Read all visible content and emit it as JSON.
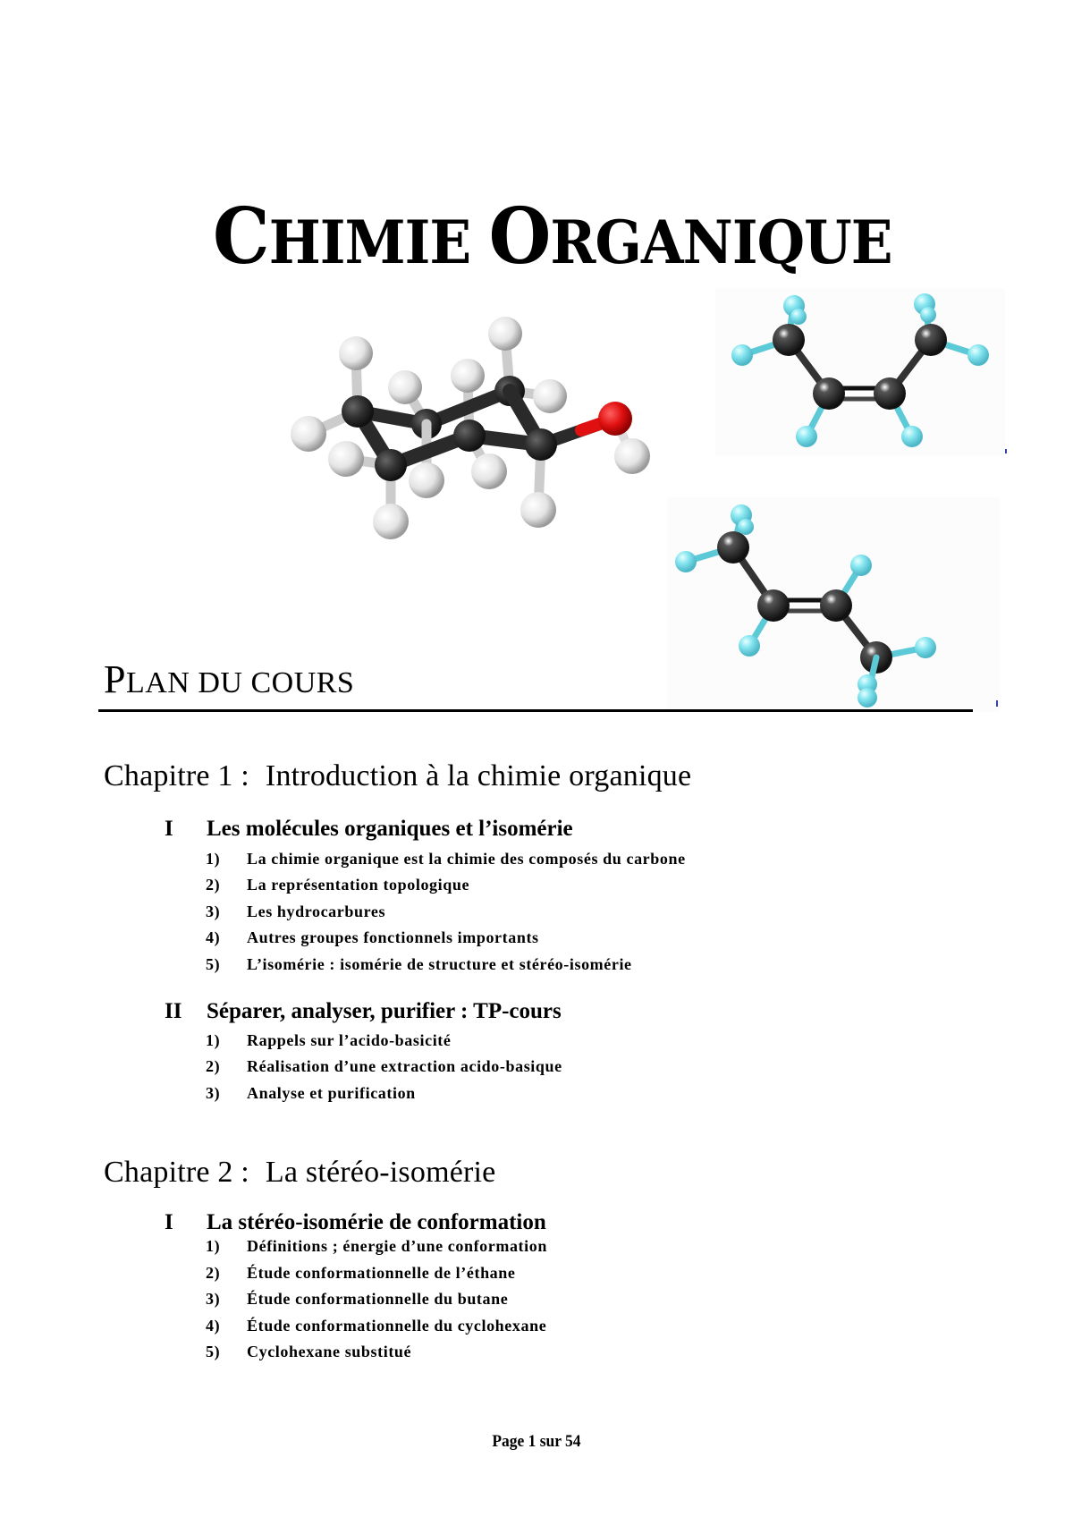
{
  "document": {
    "title_first_letter": "C",
    "title_rest_1": "HIMIE ",
    "title_second_letter": "O",
    "title_rest_2": "RGANIQUE",
    "plan_first_letter": "P",
    "plan_rest": "LAN DU COURS",
    "footer": "Page 1 sur 54"
  },
  "figures": [
    {
      "name": "cyclohexanol",
      "kind": "ball-and-stick",
      "colors": {
        "carbon": "#2b2b2b",
        "hydrogen": "#e8e8e8",
        "oxygen": "#d41010"
      }
    },
    {
      "name": "cis-2-butene",
      "kind": "ball-and-stick",
      "colors": {
        "carbon": "#222222",
        "hydrogen": "#7fe3ef"
      }
    },
    {
      "name": "trans-2-butene",
      "kind": "ball-and-stick",
      "colors": {
        "carbon": "#222222",
        "hydrogen": "#7fe3ef"
      }
    }
  ],
  "chapters": [
    {
      "label": "Chapitre 1 :",
      "title": "Introduction à la chimie organique",
      "sections": [
        {
          "roman": "I",
          "title": "Les molécules organiques et l’isomérie",
          "items": [
            {
              "num": "1)",
              "text": "La chimie organique est la chimie des composés du carbone"
            },
            {
              "num": "2)",
              "text": "La représentation topologique"
            },
            {
              "num": "3)",
              "text": "Les hydrocarbures"
            },
            {
              "num": "4)",
              "text": "Autres groupes fonctionnels importants"
            },
            {
              "num": "5)",
              "text": "L’isomérie : isomérie de structure et stéréo-isomérie"
            }
          ]
        },
        {
          "roman": "II",
          "title": "Séparer, analyser, purifier : TP-cours",
          "items": [
            {
              "num": "1)",
              "text": "Rappels sur l’acido-basicité"
            },
            {
              "num": "2)",
              "text": "Réalisation d’une extraction acido-basique"
            },
            {
              "num": "3)",
              "text": "Analyse et purification"
            }
          ]
        }
      ]
    },
    {
      "label": "Chapitre 2 :",
      "title": "La stéréo-isomérie",
      "sections": [
        {
          "roman": "I",
          "title": "La stéréo-isomérie de conformation",
          "items": [
            {
              "num": "1)",
              "text": "Définitions ; énergie d’une conformation"
            },
            {
              "num": "2)",
              "text": "Étude conformationnelle de l’éthane"
            },
            {
              "num": "3)",
              "text": "Étude conformationnelle du butane"
            },
            {
              "num": "4)",
              "text": "Étude conformationnelle du cyclohexane"
            },
            {
              "num": "5)",
              "text": "Cyclohexane substitué"
            }
          ]
        }
      ]
    }
  ]
}
